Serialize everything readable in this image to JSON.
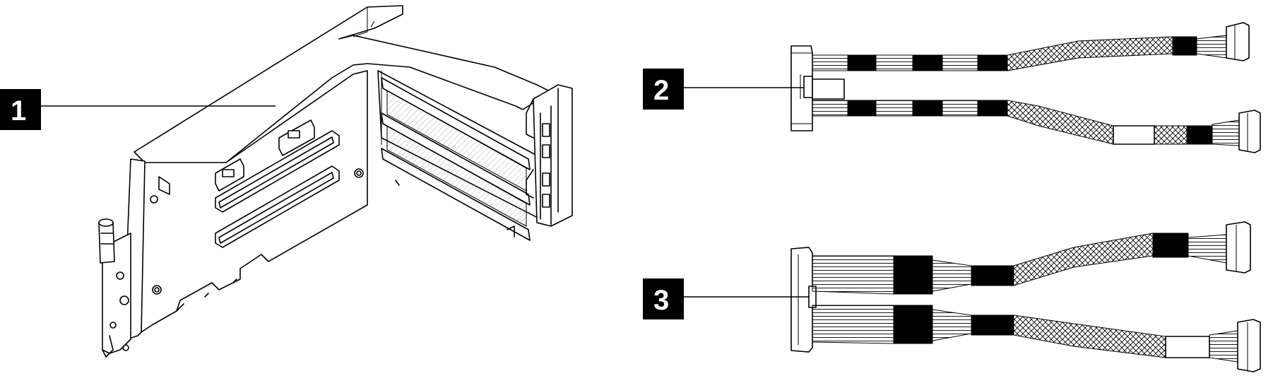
{
  "callouts": [
    {
      "id": "1",
      "label": "1"
    },
    {
      "id": "2",
      "label": "2"
    },
    {
      "id": "3",
      "label": "3"
    }
  ],
  "colors": {
    "line": "#000000",
    "background": "#ffffff",
    "callout_fill": "#000000",
    "callout_text": "#ffffff"
  }
}
